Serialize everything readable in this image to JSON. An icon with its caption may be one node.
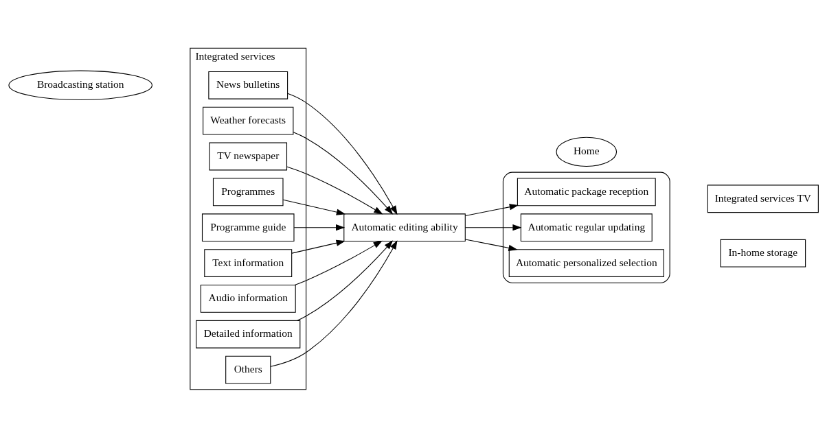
{
  "diagram": {
    "nodes": [
      {
        "text": [
          "Broadcasting station"
        ]
      },
      {
        "text": [
          "Integrated services"
        ]
      },
      {
        "text": [
          "News bulletins"
        ],
        "in": 1
      },
      {
        "text": [
          "Weather forecasts"
        ],
        "in": 1
      },
      {
        "text": [
          "TV newspaper"
        ],
        "in": 1
      },
      {
        "text": [
          "Programmes"
        ],
        "in": 1
      },
      {
        "text": [
          "Programme guide"
        ],
        "in": 1
      },
      {
        "text": [
          "Text information"
        ],
        "in": 1
      },
      {
        "text": [
          "Audio information"
        ],
        "in": 1
      },
      {
        "text": [
          "Detailed information"
        ],
        "in": 1
      },
      {
        "text": [
          "Others"
        ],
        "in": 1
      },
      {
        "text": [
          "Automatic editing ability"
        ]
      },
      {
        "text": [
          "Home"
        ]
      },
      {
        "text": [],
        "shape": "cylinder"
      },
      {
        "text": [
          "Automatic package reception"
        ],
        "in": 13
      },
      {
        "text": [
          "Automatic regular updating"
        ],
        "in": 13
      },
      {
        "text": [
          "Automatic personalized selection"
        ],
        "in": 13
      },
      {
        "text": [
          "In-home storage"
        ]
      },
      {
        "text": [
          "Integrated services TV"
        ]
      }
    ],
    "edges": [
      {
        "from": 2,
        "to": 11,
        "arrow": "to"
      },
      {
        "from": 3,
        "to": 11,
        "arrow": "to"
      },
      {
        "from": 4,
        "to": 11,
        "arrow": "to"
      },
      {
        "from": 5,
        "to": 11,
        "arrow": "to"
      },
      {
        "from": 6,
        "to": 11,
        "arrow": "to"
      },
      {
        "from": 7,
        "to": 11,
        "arrow": "to"
      },
      {
        "from": 8,
        "to": 11,
        "arrow": "to"
      },
      {
        "from": 9,
        "to": 11,
        "arrow": "to"
      },
      {
        "from": 10,
        "to": 11,
        "arrow": "to"
      },
      {
        "from": 11,
        "to": 14,
        "arrow": "to"
      },
      {
        "from": 11,
        "to": 15,
        "arrow": "to"
      },
      {
        "from": 11,
        "to": 16,
        "arrow": "to"
      }
    ]
  }
}
